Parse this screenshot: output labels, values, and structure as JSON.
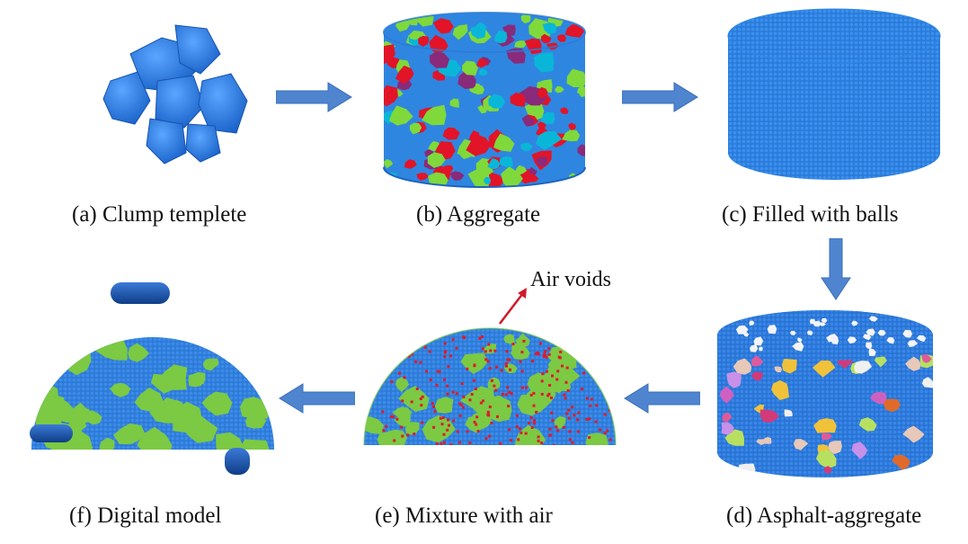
{
  "captions": {
    "a": "(a) Clump templete",
    "b": "(b) Aggregate",
    "c": "(c) Filled with balls",
    "d": "(d) Asphalt-aggregate",
    "e": "(e) Mixture with air",
    "f": "(f) Digital model"
  },
  "annotation": {
    "air_voids": "Air voids"
  },
  "colors": {
    "particle_blue": "#2f86e0",
    "aggregate_green": "#7cc943",
    "air_red": "#e01a2b",
    "arrow_blue": "#4f84cf",
    "support_navy": "#1a4f9c"
  }
}
